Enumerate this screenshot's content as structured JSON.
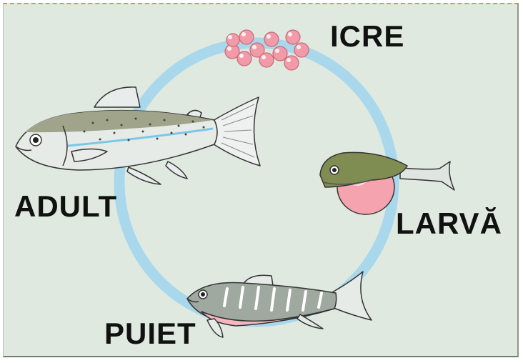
{
  "labels": {
    "eggs": "ICRE",
    "adult": "ADULT",
    "larva": "LARVĂ",
    "juvenile": "PUIET"
  },
  "colors": {
    "background": "#dfe9e0",
    "cycle_ring": "#a9d8ec",
    "eggs": "#f29aa8",
    "larva_yolk": "#f5a3ae",
    "adult_lateral_line": "#7cc6e6"
  }
}
